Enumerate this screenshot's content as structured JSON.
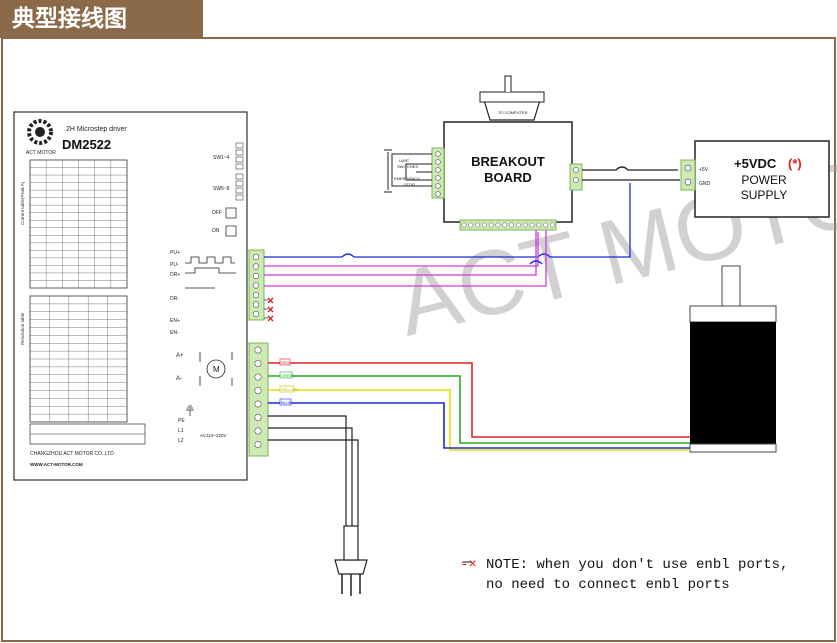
{
  "title": "典型接线图",
  "watermark": "ACT MOTOR",
  "driver": {
    "subtitle": "2H Microstep driver",
    "model": "DM2522",
    "logo_text": "ACT MOTOR",
    "sw_group_1": "SW1~4",
    "sw_group_2": "SW5~8",
    "off_label": "OFF",
    "on_label": "ON",
    "current_side_label": "Current table(Peak A)",
    "resolution_side_label": "Resolution table",
    "control_signals": [
      "PU+",
      "PU-",
      "DR+",
      "DR-",
      "EN+",
      "EN-"
    ],
    "phase_labels": [
      "A+",
      "A-"
    ],
    "motor_symbol": "M",
    "power_labels": [
      "PE",
      "L1",
      "L2"
    ],
    "ac_label": "AC110~220V",
    "manufacturer": "CHANGZHOU ACT MOTOR CO.,LTD",
    "website": "WWW.ACT-MOTOR.COM"
  },
  "breakout": {
    "title_line1": "BREAKOUT",
    "title_line2": "BOARD",
    "computer_label": "TO COMPUTER",
    "left_labels": [
      "LIMIT",
      "SWITCHES",
      "EMERGENCY",
      "STOP"
    ]
  },
  "power_supply": {
    "line1": "+5VDC",
    "marker": "(*)",
    "line2": "POWER",
    "line3": "SUPPLY",
    "terminals": [
      "+5V",
      "GND"
    ]
  },
  "motor_wires": [
    {
      "label": "RED",
      "color": "#e02020"
    },
    {
      "label": "GREEN",
      "color": "#22b022"
    },
    {
      "label": "YELLOW",
      "color": "#e6e000"
    },
    {
      "label": "BLUE",
      "color": "#1a2ad8"
    }
  ],
  "note": {
    "marker": "-×",
    "line1": "NOTE: when you don't use enbl ports,",
    "line2": "no need to connect enbl ports"
  }
}
